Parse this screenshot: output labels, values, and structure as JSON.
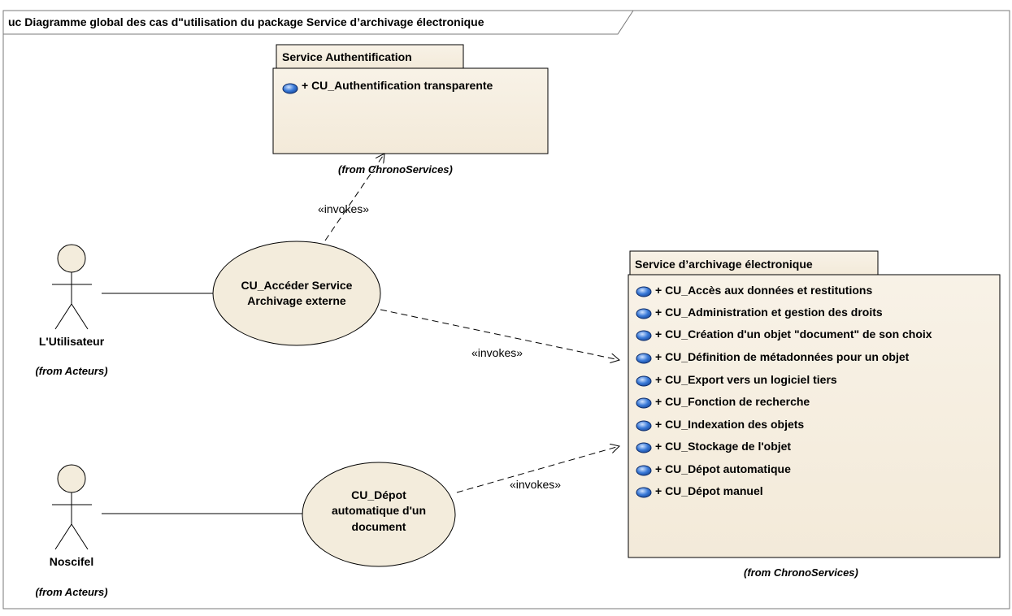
{
  "frame": {
    "title": "uc Diagramme global des cas d\"utilisation du package Service d’archivage électronique"
  },
  "packages": {
    "auth": {
      "name": "Service Authentification",
      "items": [
        "+ CU_Authentification transparente"
      ],
      "from": "(from ChronoServices)"
    },
    "archive": {
      "name": "Service d’archivage électronique",
      "items": [
        "+ CU_Accès aux données et restitutions",
        "+ CU_Administration et gestion des droits",
        "+ CU_Création d'un objet \"document\" de son choix",
        "+ CU_Définition de métadonnées pour un objet",
        "+ CU_Export vers un logiciel tiers",
        "+ CU_Fonction de recherche",
        "+ CU_Indexation des objets",
        "+ CU_Stockage de l'objet",
        "+ CU_Dépot automatique",
        "+ CU_Dépot manuel"
      ],
      "from": "(from ChronoServices)"
    }
  },
  "actors": {
    "user": {
      "name": "L'Utilisateur",
      "from": "(from Acteurs)"
    },
    "noscifel": {
      "name": "Noscifel",
      "from": "(from Acteurs)"
    }
  },
  "usecases": {
    "access": {
      "line1": "CU_Accéder Service",
      "line2": "Archivage externe"
    },
    "depot": {
      "line1": "CU_Dépot",
      "line2": "automatique d'un",
      "line3": "document"
    }
  },
  "relations": {
    "invokes_auth": "«invokes»",
    "invokes_archive": "«invokes»",
    "invokes_depot": "«invokes»"
  },
  "colors": {
    "package_fill": "#f6efe2",
    "usecase_fill": "#f3ecdc",
    "actor_fill": "#f3ecdc",
    "item_icon": "#3a7ad8"
  }
}
